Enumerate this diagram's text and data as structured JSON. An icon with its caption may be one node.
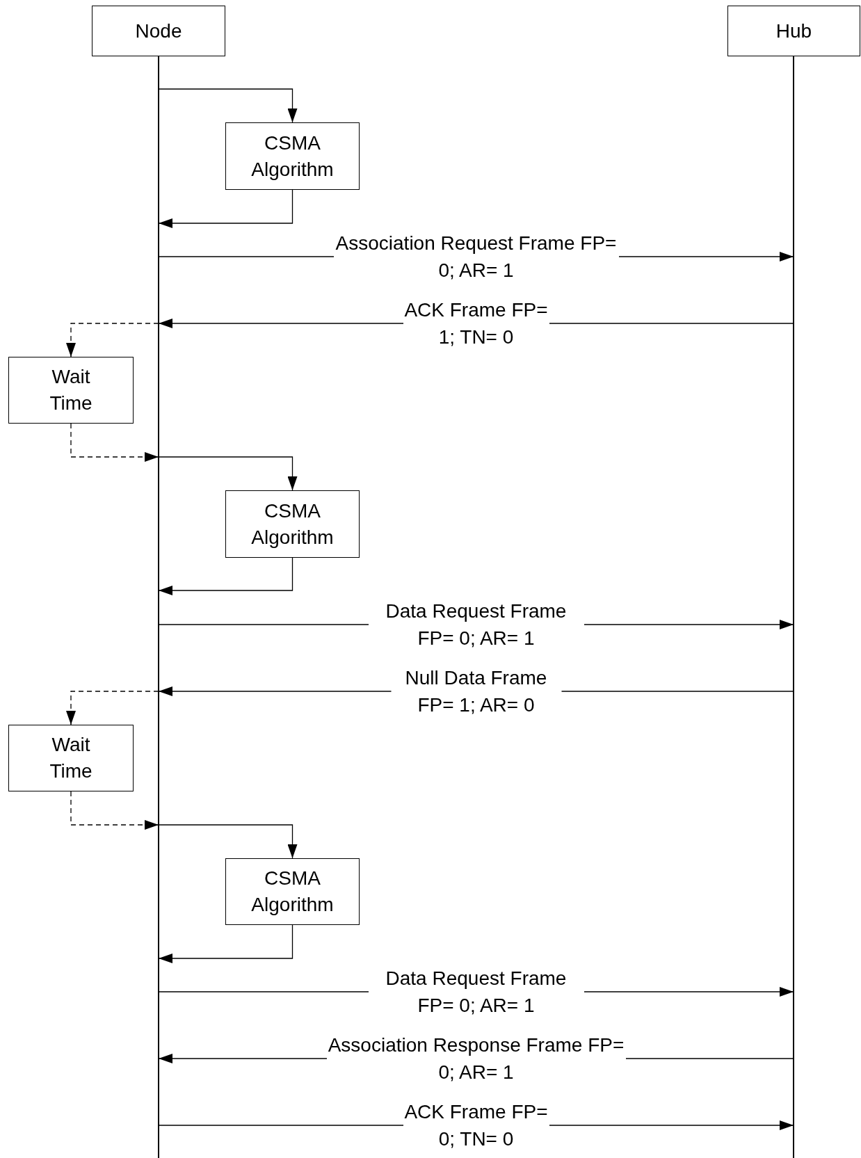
{
  "diagram": {
    "nodes": [
      {
        "text": [
          "Node"
        ]
      },
      {
        "text": [
          "Hub"
        ]
      },
      {
        "text": [
          "CSMA Algorithm"
        ]
      },
      {
        "text": [
          "Wait Time"
        ]
      },
      {
        "text": [
          "CSMA Algorithm"
        ]
      },
      {
        "text": [
          "Wait Time"
        ]
      },
      {
        "text": [
          "CSMA Algorithm"
        ]
      }
    ],
    "edges": [
      {
        "from": 0,
        "to": 2,
        "arrow": "to"
      },
      {
        "from": 2,
        "to": 0,
        "arrow": "to"
      },
      {
        "from": 0,
        "to": 1,
        "arrow": "to",
        "label": "Association Request Frame FP= 0; AR= 1"
      },
      {
        "from": 1,
        "to": 0,
        "arrow": "to",
        "label": "ACK Frame FP= 1; TN= 0"
      },
      {
        "from": 0,
        "to": 3,
        "arrow": "to",
        "style": "dashed"
      },
      {
        "from": 3,
        "to": 0,
        "arrow": "to",
        "style": "dashed"
      },
      {
        "from": 0,
        "to": 4,
        "arrow": "to"
      },
      {
        "from": 4,
        "to": 0,
        "arrow": "to"
      },
      {
        "from": 0,
        "to": 1,
        "arrow": "to",
        "label": "Data Request Frame FP= 0; AR= 1"
      },
      {
        "from": 1,
        "to": 0,
        "arrow": "to",
        "label": "Null Data Frame FP= 1; AR= 0"
      },
      {
        "from": 0,
        "to": 5,
        "arrow": "to",
        "style": "dashed"
      },
      {
        "from": 5,
        "to": 0,
        "arrow": "to",
        "style": "dashed"
      },
      {
        "from": 0,
        "to": 6,
        "arrow": "to"
      },
      {
        "from": 6,
        "to": 0,
        "arrow": "to"
      },
      {
        "from": 0,
        "to": 1,
        "arrow": "to",
        "label": "Data Request Frame FP= 0; AR= 1"
      },
      {
        "from": 1,
        "to": 0,
        "arrow": "to",
        "label": "Association Response Frame FP= 0; AR= 1"
      },
      {
        "from": 0,
        "to": 1,
        "arrow": "to",
        "label": "ACK Frame FP= 0; TN= 0"
      }
    ]
  }
}
